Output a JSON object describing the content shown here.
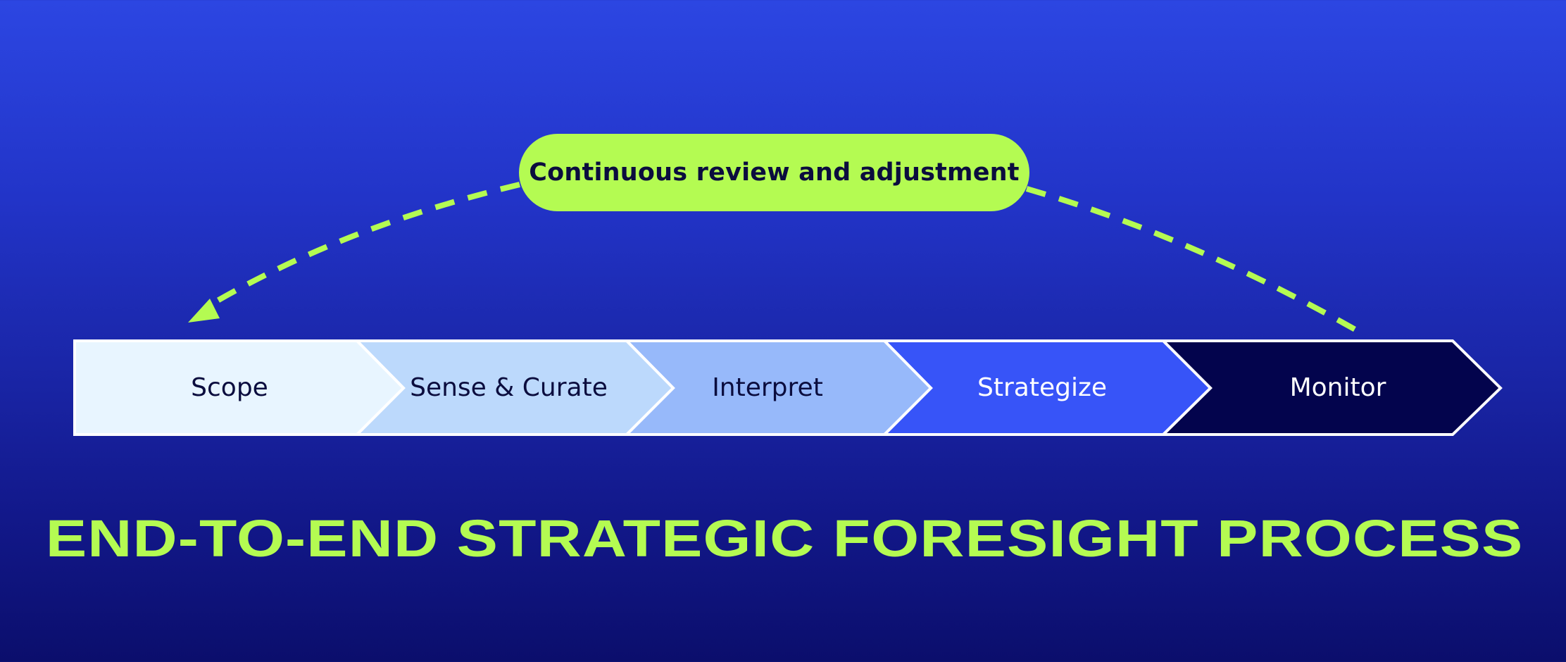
{
  "feedback": {
    "label": "Continuous review and adjustment",
    "color": "#b4fb52",
    "text_color": "#0b0d3e",
    "arrow_icon": "dashed-arrow-left-icon"
  },
  "process": {
    "steps": [
      {
        "label": "Scope",
        "fill": "#e8f5ff",
        "text_color": "#0b0d3e"
      },
      {
        "label": "Sense & Curate",
        "fill": "#bcd9fc",
        "text_color": "#0b0d3e"
      },
      {
        "label": "Interpret",
        "fill": "#97b9fa",
        "text_color": "#0b0d3e"
      },
      {
        "label": "Strategize",
        "fill": "#3754f8",
        "text_color": "#ffffff"
      },
      {
        "label": "Monitor",
        "fill": "#03044d",
        "text_color": "#ffffff"
      }
    ],
    "border_color": "#ffffff"
  },
  "title": {
    "text": "END-TO-END STRATEGIC FORESIGHT PROCESS",
    "color": "#b4fb52"
  },
  "background": {
    "top_color": "#2c46e2",
    "bottom_color": "#0b0e6c"
  }
}
